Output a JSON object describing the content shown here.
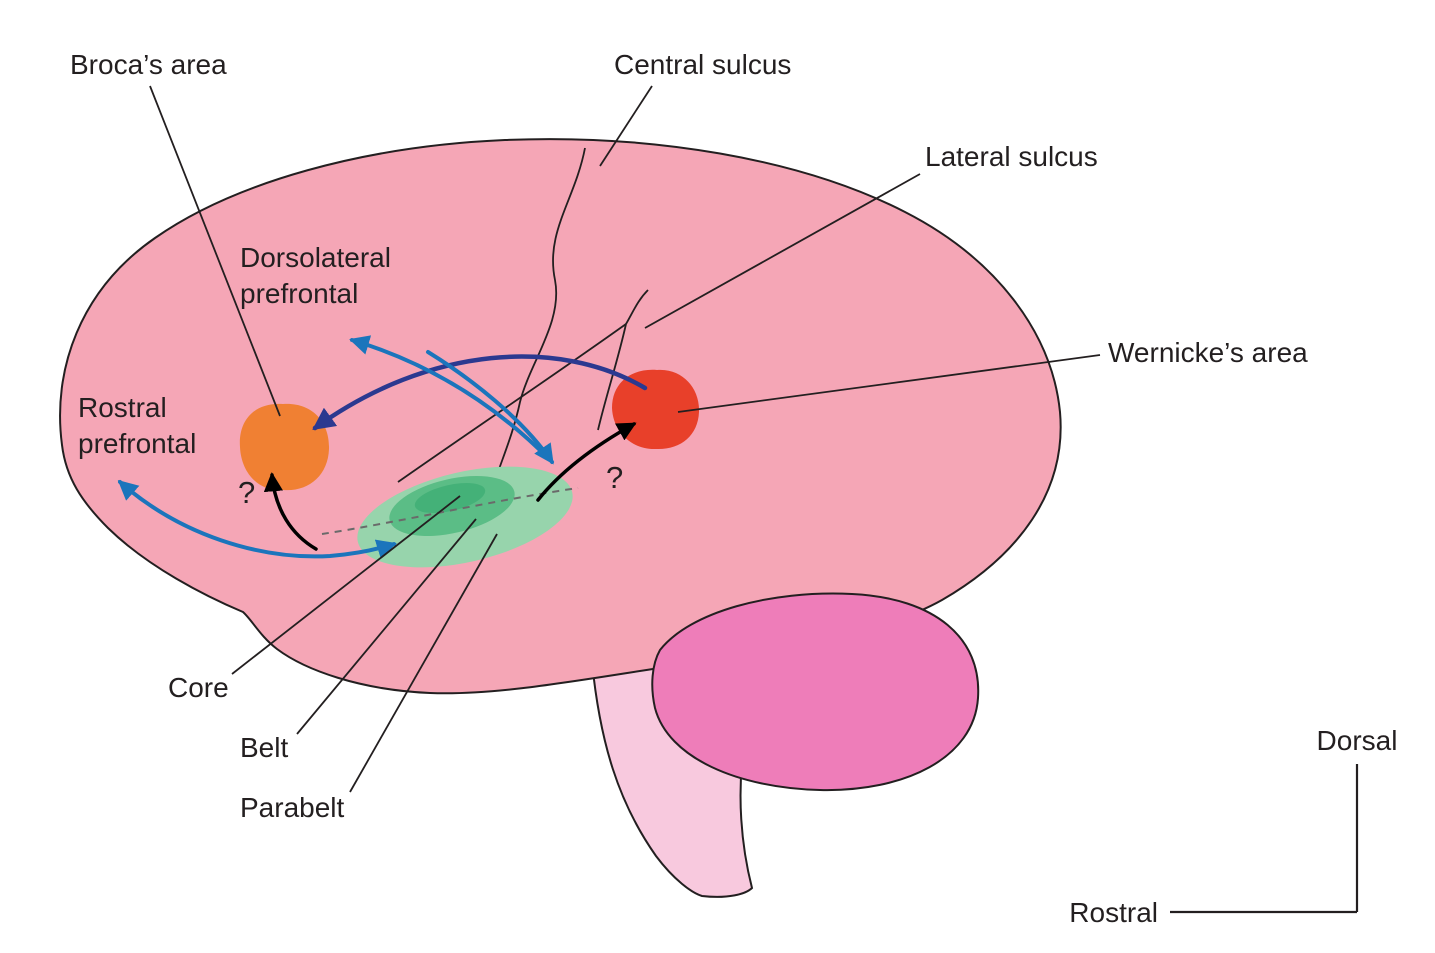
{
  "diagram": {
    "type": "brain-lateral-view-auditory-language-pathways",
    "labels": {
      "brocas_area": "Broca’s area",
      "central_sulcus": "Central sulcus",
      "lateral_sulcus": "Lateral sulcus",
      "wernickes_area": "Wernicke’s area",
      "dorsolateral_line1": "Dorsolateral",
      "dorsolateral_line2": "prefrontal",
      "rostral_line1": "Rostral",
      "rostral_line2": "prefrontal",
      "core": "Core",
      "belt": "Belt",
      "parabelt": "Parabelt",
      "question_left": "?",
      "question_right": "?",
      "dorsal": "Dorsal",
      "rostral": "Rostral"
    },
    "colors": {
      "brain": "#F5A6B6",
      "cerebellum": "#EE7DB9",
      "brainstem": "#F8C9DE",
      "brocas_area": "#F08033",
      "wernickes_area": "#E8402A",
      "parabelt_region": "#97D4AC",
      "belt_region": "#5BBD86",
      "core_region": "#44B178",
      "arrow_blue": "#1B75BC",
      "arrow_navy": "#2B3990",
      "arrow_black": "#000000",
      "dashed_line": "#6A6A6A",
      "outline": "#231F20"
    },
    "connections": [
      {
        "from": "Wernicke’s area",
        "to": "Broca’s area",
        "color_key": "arrow_navy"
      },
      {
        "from": "auditory region",
        "to": "Dorsolateral prefrontal",
        "color_key": "arrow_blue"
      },
      {
        "from": "Dorsolateral prefrontal",
        "to": "auditory region",
        "color_key": "arrow_blue"
      },
      {
        "from": "auditory region",
        "to": "Rostral prefrontal",
        "color_key": "arrow_blue",
        "bidirectional": true
      },
      {
        "from": "auditory region",
        "to": "Broca’s area",
        "color_key": "arrow_black",
        "label": "?"
      },
      {
        "from": "auditory region",
        "to": "Wernicke’s area",
        "color_key": "arrow_black",
        "label": "?"
      }
    ]
  }
}
